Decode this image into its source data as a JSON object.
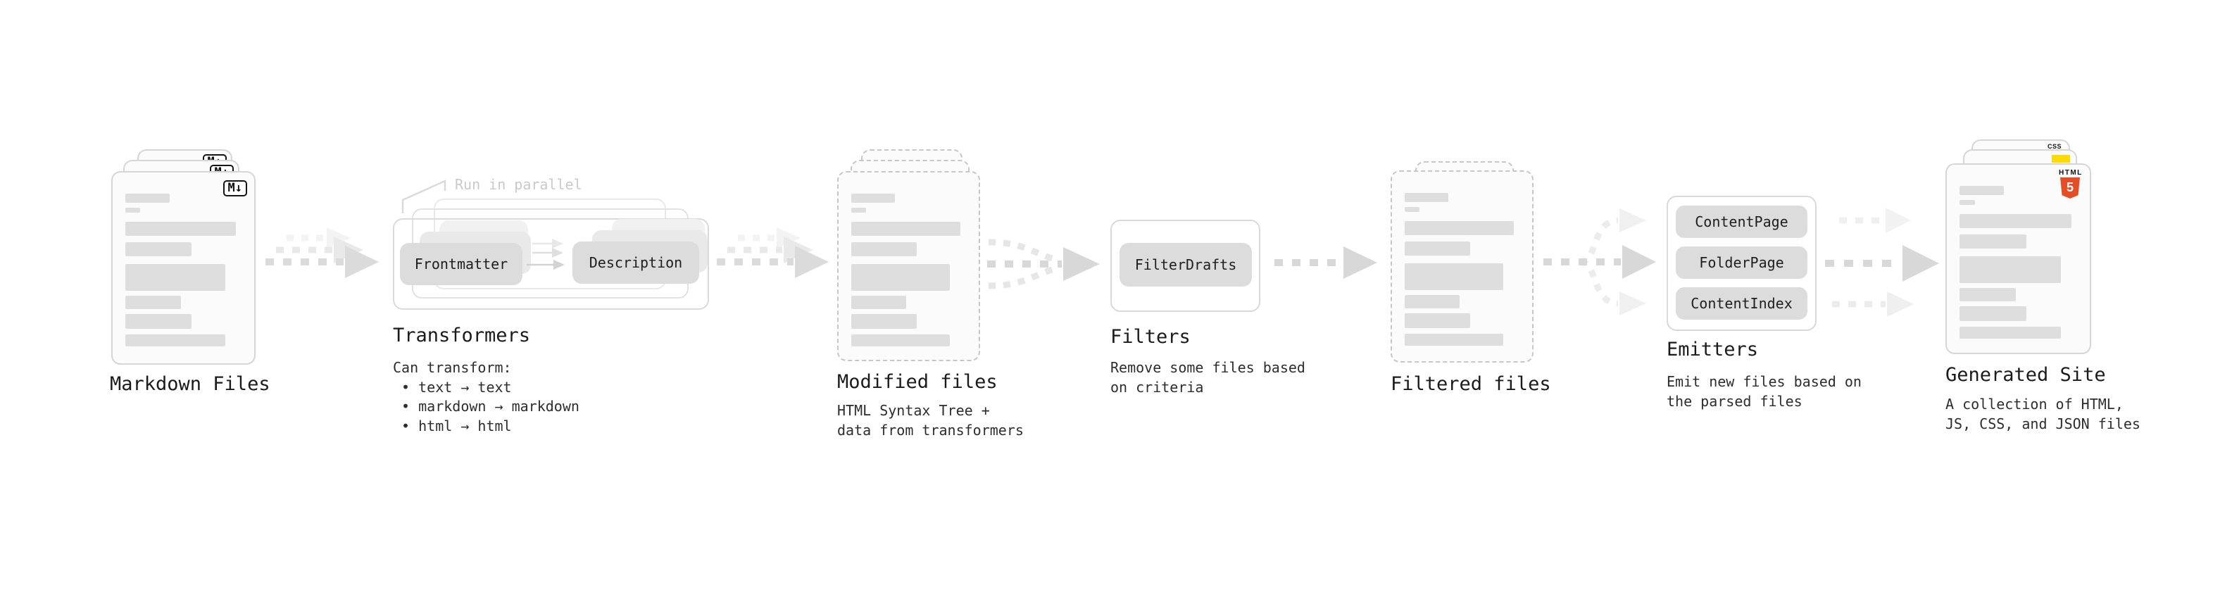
{
  "pipeline": {
    "markdown_files": {
      "label": "Markdown Files",
      "badge": "M↓"
    },
    "transformers": {
      "label": "Transformers",
      "annotation": "Run in parallel",
      "nodes": [
        "Frontmatter",
        "Description"
      ],
      "description": "Can transform:\n • text → text\n • markdown → markdown\n • html → html"
    },
    "modified_files": {
      "label": "Modified files",
      "description": "HTML Syntax Tree +\ndata from transformers"
    },
    "filters": {
      "label": "Filters",
      "nodes": [
        "FilterDrafts"
      ],
      "description": "Remove some files based\non criteria"
    },
    "filtered_files": {
      "label": "Filtered files"
    },
    "emitters": {
      "label": "Emitters",
      "nodes": [
        "ContentPage",
        "FolderPage",
        "ContentIndex"
      ],
      "description": "Emit new files based on\nthe parsed files"
    },
    "generated_site": {
      "label": "Generated Site",
      "badge_html_label": "HTML",
      "badge_html_number": "5",
      "badge_css": "CSS",
      "description": "A collection of HTML,\nJS, CSS, and JSON files"
    }
  },
  "colors": {
    "html5_orange": "#e44d26",
    "js_yellow": "#ffdb00",
    "css_blue": "#2c63e8",
    "node_fill": "#dcdcdc",
    "arrow_gray": "#d8d8d8",
    "annotation_gray": "#c9c9c9",
    "heading_text": "#1b1b1b"
  }
}
